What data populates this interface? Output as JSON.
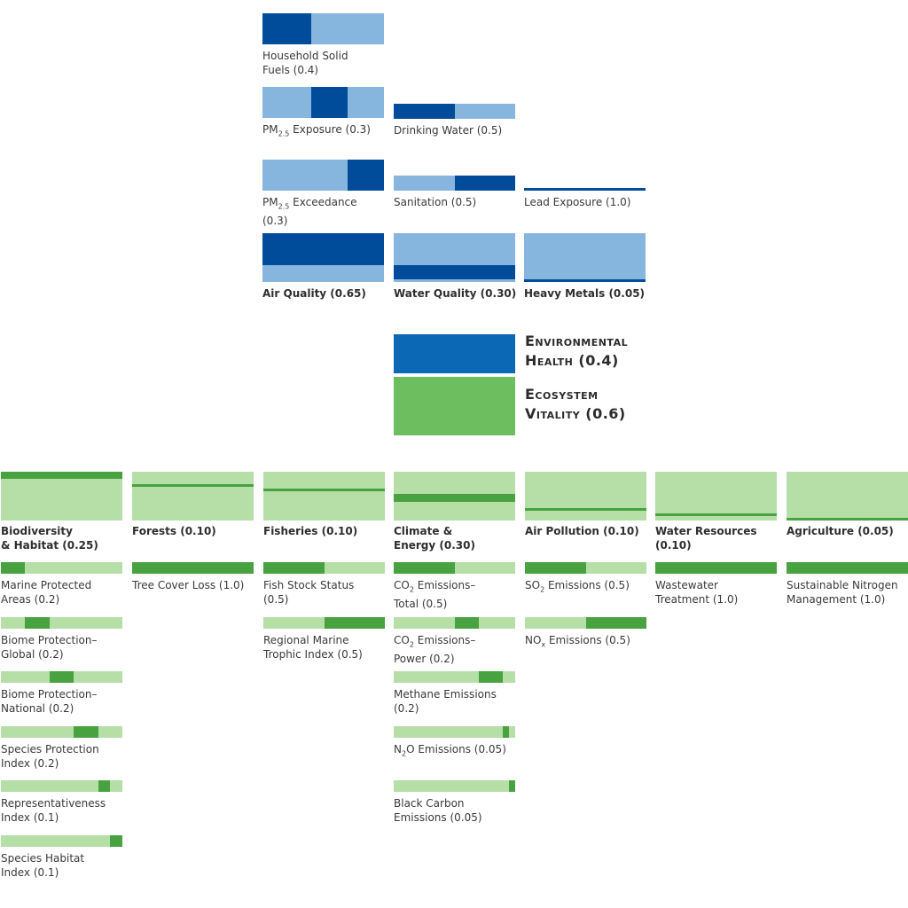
{
  "colors": {
    "eh_dark": "#004b9a",
    "eh_light": "#86b6de",
    "eh_obj": "#0a68b5",
    "ev_obj": "#6cbe5e",
    "ev_dark": "#47a23f",
    "ev_light": "#b5dfa7"
  },
  "objectives": {
    "eh": {
      "name": "Environmental Health",
      "line1": "Environmental",
      "line2": "Health (0.4)"
    },
    "ev": {
      "name": "Ecosystem Vitality",
      "line1": "Ecosystem",
      "line2": "Vitality (0.6)"
    }
  },
  "eh_categories": [
    {
      "label": "Air Quality (0.65)",
      "weight": 0.65
    },
    {
      "label": "Water Quality (0.30)",
      "weight": 0.3
    },
    {
      "label": "Heavy Metals (0.05)",
      "weight": 0.05
    }
  ],
  "eh_indicators": {
    "air": [
      {
        "line1": "PM",
        "sub": "2.5",
        "rest": " Exceedance",
        "line2": "(0.3)",
        "weight": 0.3,
        "offset": 0.7
      },
      {
        "line1": "PM",
        "sub": "2.5",
        "rest": " Exposure (0.3)",
        "line2": "",
        "weight": 0.3,
        "offset": 0.4
      },
      {
        "line1": "Household Solid",
        "line2": "Fuels (0.4)",
        "weight": 0.4,
        "offset": 0.0
      }
    ],
    "water": [
      {
        "line1": "Sanitation (0.5)",
        "line2": "",
        "weight": 0.5,
        "offset": 0.5
      },
      {
        "line1": "Drinking Water (0.5)",
        "line2": "",
        "weight": 0.5,
        "offset": 0.0
      }
    ],
    "metals": [
      {
        "line1": "Lead Exposure (1.0)",
        "line2": "",
        "weight": 1.0,
        "offset": 0.0
      }
    ]
  },
  "ev_categories": [
    {
      "line1": "Biodiversity",
      "line2": "& Habitat (0.25)",
      "weight": 0.25,
      "offset": 0.0
    },
    {
      "line1": "Forests (0.10)",
      "line2": "",
      "weight": 0.1,
      "offset": 0.25
    },
    {
      "line1": "Fisheries (0.10)",
      "line2": "",
      "weight": 0.1,
      "offset": 0.35
    },
    {
      "line1": "Climate &",
      "line2": "Energy (0.30)",
      "weight": 0.3,
      "offset": 0.45
    },
    {
      "line1": "Air Pollution (0.10)",
      "line2": "",
      "weight": 0.1,
      "offset": 0.75
    },
    {
      "line1": "Water Resources",
      "line2": "(0.10)",
      "weight": 0.1,
      "offset": 0.85
    },
    {
      "line1": "Agriculture (0.05)",
      "line2": "",
      "weight": 0.05,
      "offset": 0.95
    }
  ],
  "ev_indicators": [
    [
      {
        "line1": "Marine Protected",
        "line2": "Areas (0.2)",
        "weight": 0.2,
        "offset": 0.0
      },
      {
        "line1": "Biome Protection–",
        "line2": "Global (0.2)",
        "weight": 0.2,
        "offset": 0.2
      },
      {
        "line1": "Biome Protection–",
        "line2": "National (0.2)",
        "weight": 0.2,
        "offset": 0.4
      },
      {
        "line1": "Species Protection",
        "line2": "Index (0.2)",
        "weight": 0.2,
        "offset": 0.6
      },
      {
        "line1": "Representativeness",
        "line2": "Index (0.1)",
        "weight": 0.1,
        "offset": 0.8
      },
      {
        "line1": "Species Habitat",
        "line2": "Index (0.1)",
        "weight": 0.1,
        "offset": 0.9
      }
    ],
    [
      {
        "line1": "Tree Cover Loss (1.0)",
        "line2": "",
        "weight": 1.0,
        "offset": 0.0
      }
    ],
    [
      {
        "line1": "Fish Stock Status",
        "line2": "(0.5)",
        "weight": 0.5,
        "offset": 0.0
      },
      {
        "line1": "Regional Marine",
        "line2": "Trophic Index (0.5)",
        "weight": 0.5,
        "offset": 0.5
      }
    ],
    [
      {
        "line1": "CO",
        "sub": "2",
        "rest": " Emissions–",
        "line2": "Total (0.5)",
        "weight": 0.5,
        "offset": 0.0
      },
      {
        "line1": "CO",
        "sub": "2",
        "rest": " Emissions–",
        "line2": "Power (0.2)",
        "weight": 0.2,
        "offset": 0.5
      },
      {
        "line1": "Methane Emissions",
        "line2": "(0.2)",
        "weight": 0.2,
        "offset": 0.7
      },
      {
        "line1": "N",
        "sub": "2",
        "rest": "O Emissions (0.05)",
        "line2": "",
        "weight": 0.05,
        "offset": 0.9
      },
      {
        "line1": "Black Carbon",
        "line2": "Emissions (0.05)",
        "weight": 0.05,
        "offset": 0.95
      }
    ],
    [
      {
        "line1": "SO",
        "sub": "2",
        "rest": " Emissions (0.5)",
        "line2": "",
        "weight": 0.5,
        "offset": 0.0
      },
      {
        "line1": "NO",
        "sub": "x",
        "rest": " Emissions (0.5)",
        "line2": "",
        "weight": 0.5,
        "offset": 0.5
      }
    ],
    [
      {
        "line1": "Wastewater",
        "line2": "Treatment (1.0)",
        "weight": 1.0,
        "offset": 0.0
      }
    ],
    [
      {
        "line1": "Sustainable Nitrogen",
        "line2": "Management (1.0)",
        "weight": 1.0,
        "offset": 0.0
      }
    ]
  ]
}
